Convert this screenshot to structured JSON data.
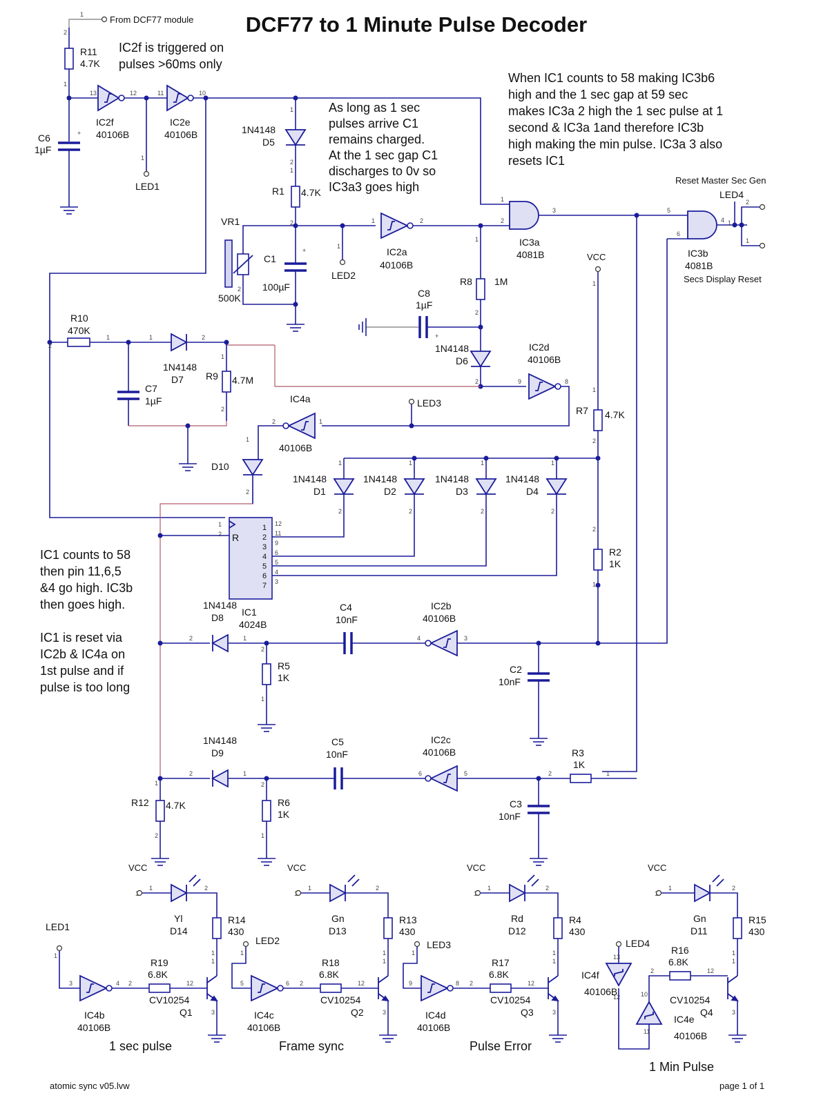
{
  "title": "DCF77 to 1 Minute Pulse Decoder",
  "notes": {
    "ic2f": [
      "IC2f is triggered on",
      "pulses >60ms only"
    ],
    "c1": [
      "As long as 1 sec",
      "pulses arrive C1",
      "remains charged.",
      "At the 1 sec gap C1",
      "discharges to 0v so",
      "IC3a3 goes high"
    ],
    "ic1_58": [
      "When IC1 counts to 58 making IC3b6",
      "high and the 1 sec gap at 59 sec",
      "makes IC3a 2 high the 1 sec pulse at 1",
      "second  & IC3a 1and therefore IC3b",
      "high making the min pulse. IC3a 3 also",
      "resets IC1"
    ],
    "ic1_counts": [
      "IC1 counts to 58",
      "then pin 11,6,5",
      "&4 go high. IC3b",
      "then goes high."
    ],
    "ic1_reset": [
      "IC1 is reset via",
      "IC2b & IC4a on",
      "1st pulse and if",
      "pulse is too long"
    ]
  },
  "labels": {
    "from_module": "From DCF77 module",
    "reset_master": "Reset Master Sec Gen",
    "secs_display_reset": "Secs Display Reset",
    "vcc": "VCC",
    "footer_left": "atomic sync v05.lvw",
    "footer_right": "page 1 of 1"
  },
  "outputs": [
    "1 sec pulse",
    "Frame sync",
    "Pulse Error",
    "1 Min Pulse"
  ],
  "components": {
    "R11": [
      "R11",
      "4.7K"
    ],
    "C6": [
      "C6",
      "1µF"
    ],
    "IC2f": [
      "IC2f",
      "40106B"
    ],
    "IC2e": [
      "IC2e",
      "40106B"
    ],
    "D5": [
      "1N4148",
      "D5"
    ],
    "R1": [
      "R1",
      "4.7K"
    ],
    "VR1": [
      "VR1",
      "500K"
    ],
    "C1": [
      "C1",
      "100µF"
    ],
    "IC2a": [
      "IC2a",
      "40106B"
    ],
    "IC3a": [
      "IC3a",
      "4081B"
    ],
    "IC3b": [
      "IC3b",
      "4081B"
    ],
    "R8": [
      "R8",
      "1M"
    ],
    "C8": [
      "C8",
      "1µF"
    ],
    "D6": [
      "1N4148",
      "D6"
    ],
    "IC2d": [
      "IC2d",
      "40106B"
    ],
    "R10": [
      "R10",
      "470K"
    ],
    "D7": [
      "1N4148",
      "D7"
    ],
    "R9": [
      "R9",
      "4.7M"
    ],
    "C7": [
      "C7",
      "1µF"
    ],
    "IC4a": [
      "IC4a",
      "40106B"
    ],
    "D10": [
      "D10"
    ],
    "R7": [
      "R7",
      "4.7K"
    ],
    "D1": [
      "1N4148",
      "D1"
    ],
    "D2": [
      "1N4148",
      "D2"
    ],
    "D3": [
      "1N4148",
      "D3"
    ],
    "D4": [
      "1N4148",
      "D4"
    ],
    "R2": [
      "R2",
      "1K"
    ],
    "IC1": [
      "IC1",
      "4024B"
    ],
    "D8": [
      "1N4148",
      "D8"
    ],
    "C4": [
      "C4",
      "10nF"
    ],
    "IC2b": [
      "IC2b",
      "40106B"
    ],
    "R5": [
      "R5",
      "1K"
    ],
    "C2": [
      "C2",
      "10nF"
    ],
    "D9": [
      "1N4148",
      "D9"
    ],
    "C5": [
      "C5",
      "10nF"
    ],
    "IC2c": [
      "IC2c",
      "40106B"
    ],
    "R3": [
      "R3",
      "1K"
    ],
    "R6": [
      "R6",
      "1K"
    ],
    "R12": [
      "R12",
      "4.7K"
    ],
    "C3": [
      "C3",
      "10nF"
    ],
    "D14": [
      "Yl",
      "D14"
    ],
    "D13": [
      "Gn",
      "D13"
    ],
    "D12": [
      "Rd",
      "D12"
    ],
    "D11": [
      "Gn",
      "D11"
    ],
    "R14": [
      "R14",
      "430"
    ],
    "R13": [
      "R13",
      "430"
    ],
    "R4": [
      "R4",
      "430"
    ],
    "R15": [
      "R15",
      "430"
    ],
    "R19": [
      "R19",
      "6.8K"
    ],
    "R18": [
      "R18",
      "6.8K"
    ],
    "R17": [
      "R17",
      "6.8K"
    ],
    "R16": [
      "R16",
      "6.8K"
    ],
    "Q1": [
      "CV10254",
      "Q1"
    ],
    "Q2": [
      "CV10254",
      "Q2"
    ],
    "Q3": [
      "CV10254",
      "Q3"
    ],
    "Q4": [
      "CV10254",
      "Q4"
    ],
    "IC4b": [
      "IC4b",
      "40106B"
    ],
    "IC4c": [
      "IC4c",
      "40106B"
    ],
    "IC4d": [
      "IC4d",
      "40106B"
    ],
    "IC4f": [
      "IC4f",
      "40106B"
    ],
    "IC4e": [
      "IC4e",
      "40106B"
    ]
  },
  "leds": {
    "LED1": "LED1",
    "LED2": "LED2",
    "LED3": "LED3",
    "LED4": "LED4"
  },
  "ic1_pins": {
    "left": [
      "1",
      "2",
      "3",
      "4",
      "5",
      "6",
      "7"
    ],
    "right": [
      "12",
      "11",
      "9",
      "6",
      "5",
      "4",
      "3"
    ],
    "reset": "R"
  }
}
